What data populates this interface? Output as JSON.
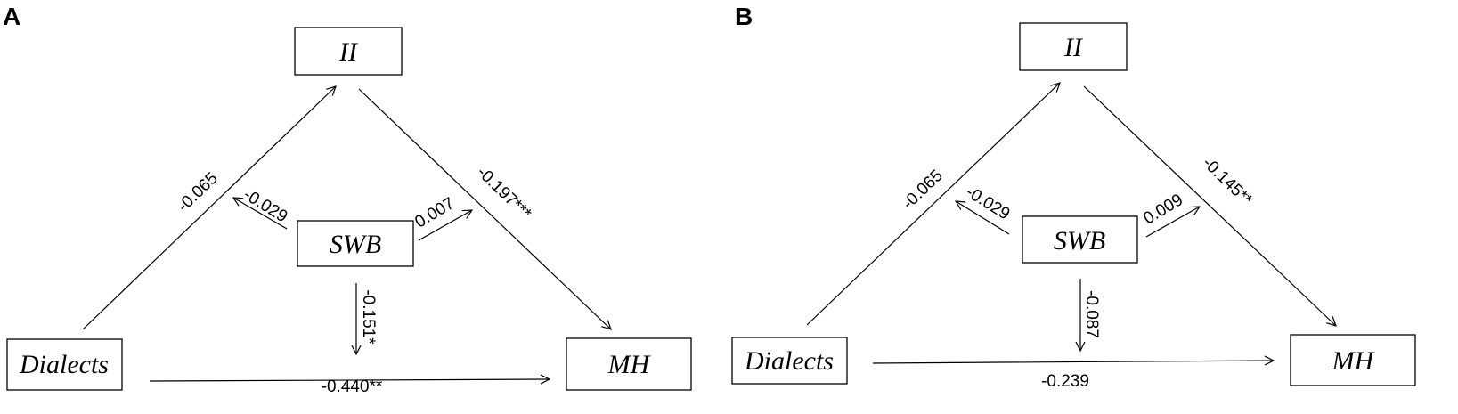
{
  "panels": [
    {
      "label": "A",
      "nodes": {
        "ii": "II",
        "swb": "SWB",
        "dialects": "Dialects",
        "mh": "MH"
      },
      "paths": {
        "dialects_ii": "-0.065",
        "swb_ii": "-0.029",
        "swb_mh": "0.007",
        "ii_mh": "-0.197***",
        "swb_down": "-0.151*",
        "dialects_mh": "-0.440**"
      }
    },
    {
      "label": "B",
      "nodes": {
        "ii": "II",
        "swb": "SWB",
        "dialects": "Dialects",
        "mh": "MH"
      },
      "paths": {
        "dialects_ii": "-0.065",
        "swb_ii": "-0.029",
        "swb_mh": "0.009",
        "ii_mh": "-0.145**",
        "swb_down": "-0.087",
        "dialects_mh": "-0.239"
      }
    }
  ]
}
